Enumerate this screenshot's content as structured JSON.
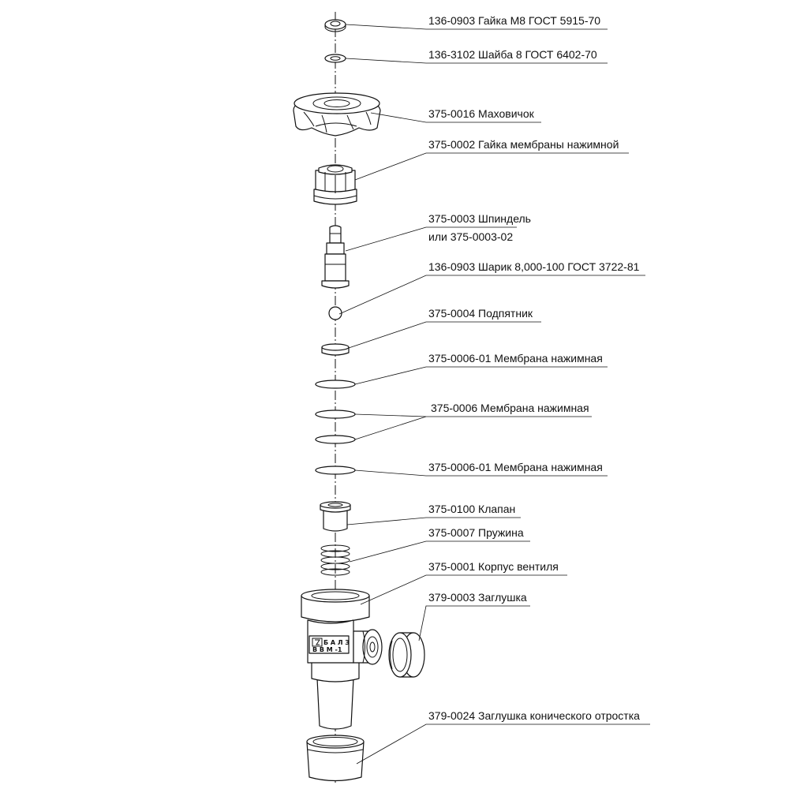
{
  "callouts": [
    {
      "id": "nut-m8",
      "text": "136-0903 Гайка М8 ГОСТ 5915-70"
    },
    {
      "id": "washer-8",
      "text": "136-3102 Шайба 8 ГОСТ 6402-70"
    },
    {
      "id": "handwheel",
      "text": "375-0016 Маховичок"
    },
    {
      "id": "membrane-nut",
      "text": "375-0002 Гайка мембраны нажимной"
    },
    {
      "id": "spindle",
      "text": "375-0003 Шпиндель"
    },
    {
      "id": "spindle-alt",
      "text": "или 375-0003-02"
    },
    {
      "id": "ball",
      "text": "136-0903 Шарик 8,000-100 ГОСТ 3722-81"
    },
    {
      "id": "thrust-bearing",
      "text": "375-0004 Подпятник"
    },
    {
      "id": "membrane-01-top",
      "text": "375-0006-01 Мембрана нажимная"
    },
    {
      "id": "membrane",
      "text": "375-0006 Мембрана нажимная"
    },
    {
      "id": "membrane-01-bottom",
      "text": "375-0006-01 Мембрана нажимная"
    },
    {
      "id": "valve",
      "text": "375-0100 Клапан"
    },
    {
      "id": "spring",
      "text": "375-0007 Пружина"
    },
    {
      "id": "valve-body",
      "text": "375-0001 Корпус вентиля"
    },
    {
      "id": "plug",
      "text": "379-0003 Заглушка"
    },
    {
      "id": "conical-plug",
      "text": "379-0024 Заглушка конического отростка"
    }
  ],
  "body_marking": {
    "line1": "Б А Л З",
    "line2": "В В М -1"
  }
}
